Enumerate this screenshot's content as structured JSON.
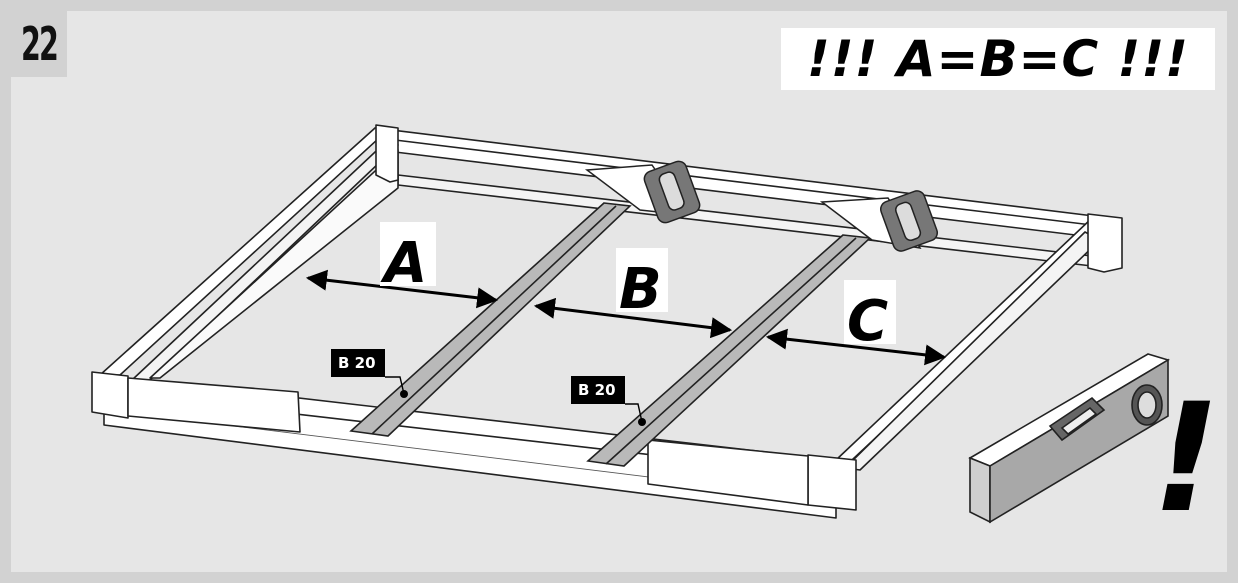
{
  "step": {
    "number": "22"
  },
  "rule": {
    "text": "!!! A=B=C !!!"
  },
  "dimensions": [
    {
      "letter": "A"
    },
    {
      "letter": "B"
    },
    {
      "letter": "C"
    }
  ],
  "parts": [
    {
      "label": "B 20"
    },
    {
      "label": "B 20"
    }
  ],
  "warning": {
    "symbol": "!"
  },
  "tools": [
    "spirit-level-icon",
    "tape-measure-icon"
  ],
  "colors": {
    "background": "#e6e6e6",
    "frame_border": "#d2d2d2",
    "slat_fill": "#b9b9b9",
    "tag_fill": "#000000"
  }
}
